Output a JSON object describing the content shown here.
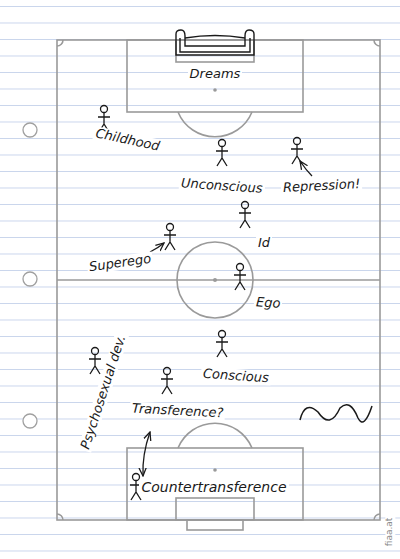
{
  "diagram": {
    "labels": [
      "Dreams",
      "Childhood",
      "Unconscious",
      "Repression!",
      "Id",
      "Superego",
      "Ego",
      "Psychosexual dev.",
      "Conscious",
      "Transference?",
      "Countertransference",
      "fiaa.at"
    ]
  }
}
